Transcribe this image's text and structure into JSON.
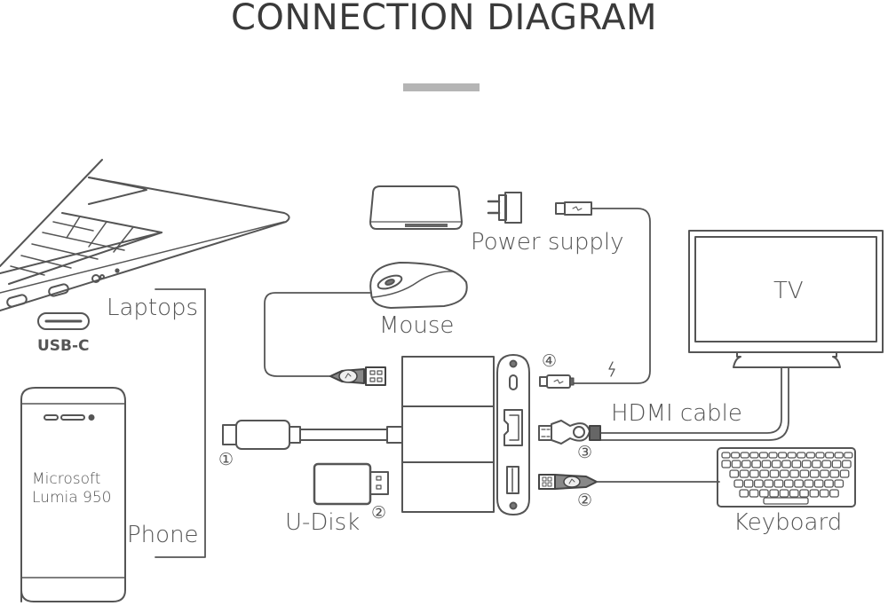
{
  "title": "CONNECTION DIAGRAM",
  "colors": {
    "line": "#555555",
    "text": "#3a3a3a",
    "accent_bar": "#b5b5b5"
  },
  "devices": {
    "laptop": {
      "label": "Laptops",
      "port_label": "USB-C"
    },
    "phone": {
      "label": "Phone",
      "screen_text_line1": "Microsoft",
      "screen_text_line2": "Lumia 950"
    },
    "mouse": {
      "label": "Mouse"
    },
    "power": {
      "label": "Power supply"
    },
    "tv": {
      "label": "TV"
    },
    "hdmi": {
      "label": "HDMI cable"
    },
    "keyboard": {
      "label": "Keyboard"
    },
    "udisk": {
      "label": "U-Disk"
    }
  },
  "markers": {
    "usb_c_input": "①",
    "udisk_port": "②",
    "hdmi_port": "③",
    "keyboard_port": "②",
    "power_port": "④"
  }
}
